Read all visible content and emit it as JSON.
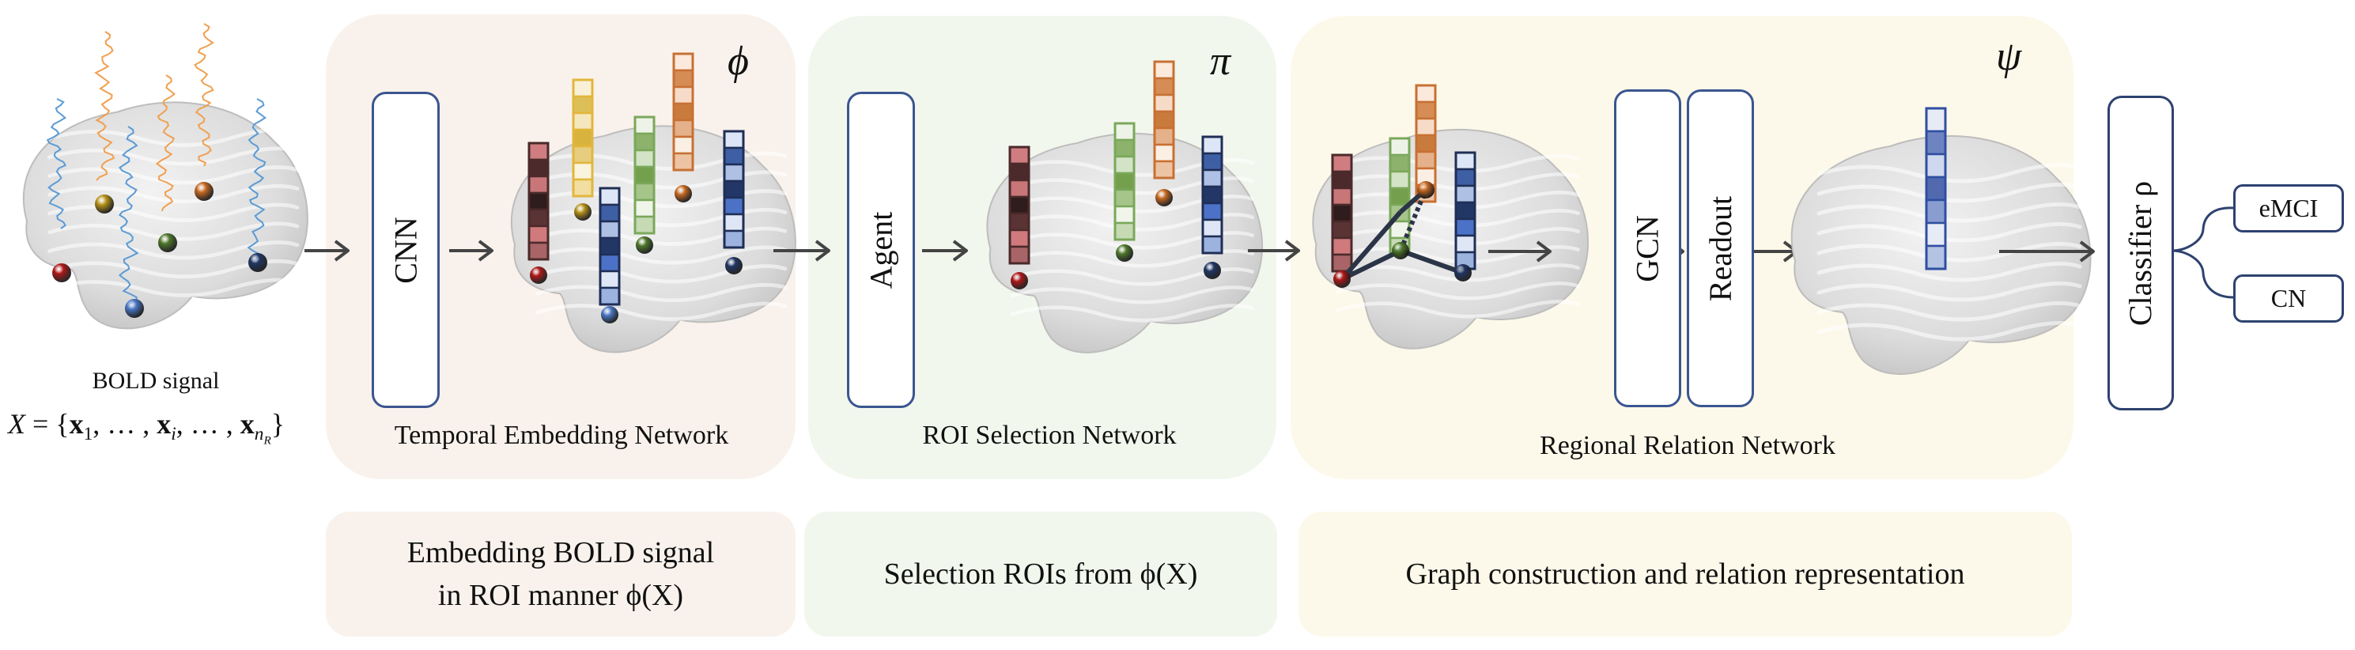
{
  "input": {
    "label": "BOLD signal",
    "equation": {
      "lhs": "X",
      "eq": " = {",
      "x1": "x",
      "x1_sub": "1",
      "sep1": ", … , ",
      "xi": "x",
      "xi_sub": "i",
      "sep2": ", … , ",
      "xn": "x",
      "xn_sub": "n",
      "xn_subsub": "R",
      "close": "}"
    },
    "roi_colors": [
      "#b01818",
      "#b89418",
      "#4a78c8",
      "#4f7a2c",
      "#c86a22",
      "#1f3664"
    ]
  },
  "panels": [
    {
      "id": "temporal",
      "title": "Temporal Embedding Network",
      "symbol": "ϕ",
      "module": "CNN",
      "description_line1": "Embedding BOLD signal",
      "description_line2": "in ROI manner ϕ(X)"
    },
    {
      "id": "roi-selection",
      "title": "ROI Selection Network",
      "symbol": "π",
      "module": "Agent",
      "description_line1": "Selection ROIs from ϕ(X)"
    },
    {
      "id": "regional-relation",
      "title": "Regional Relation Network",
      "symbol": "ψ",
      "modules": [
        "GCN",
        "Readout"
      ],
      "description_line1": "Graph construction and relation representation"
    }
  ],
  "classifier": {
    "label": "Classifier ρ",
    "outputs": [
      "eMCI",
      "CN"
    ]
  },
  "colors": {
    "module_border": "#3b5590",
    "arrow": "#444444",
    "panel1_bg": "#f9f2ec",
    "panel2_bg": "#f2f7ee",
    "panel3_bg": "#fdf9ea"
  }
}
